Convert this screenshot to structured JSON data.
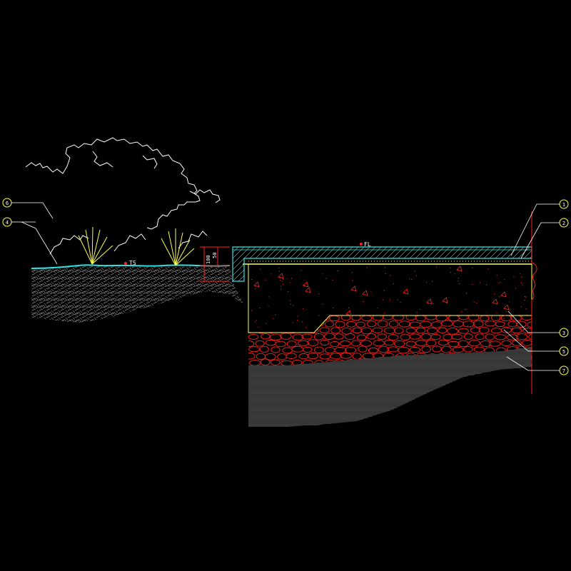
{
  "drawing": {
    "title": "",
    "labels": {
      "finished_level": "FL",
      "top_soil": "TS",
      "dim_outer": "100",
      "dim_inner": "50"
    },
    "callouts": [
      {
        "id": "callout-1",
        "number": "1"
      },
      {
        "id": "callout-2",
        "number": "2"
      },
      {
        "id": "callout-3",
        "number": "3"
      },
      {
        "id": "callout-4",
        "number": "4"
      },
      {
        "id": "callout-5",
        "number": "5"
      },
      {
        "id": "callout-6",
        "number": "6"
      },
      {
        "id": "callout-7",
        "number": "7"
      }
    ],
    "colors": {
      "background": "#000000",
      "cyan": "#33e0e0",
      "yellow": "#ffff55",
      "red": "#ff2020",
      "white": "#ffffff",
      "gray": "#8a8a8a"
    }
  }
}
